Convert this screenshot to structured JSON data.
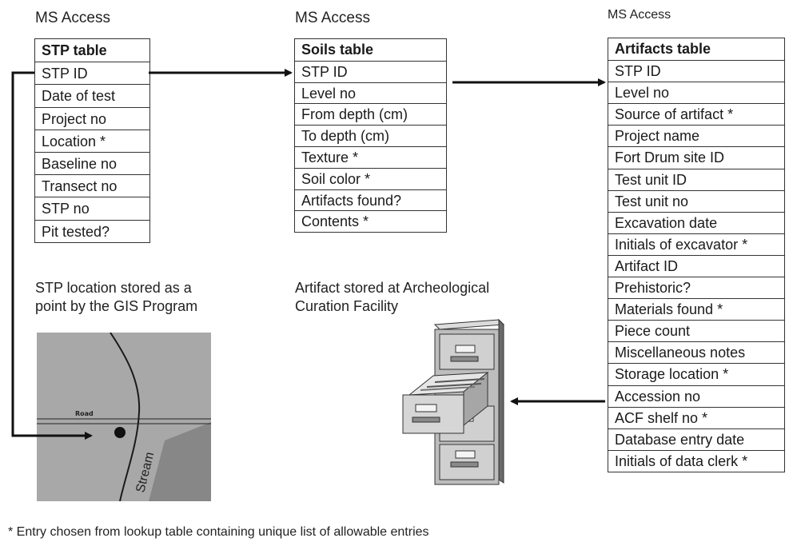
{
  "columns": [
    {
      "header": "MS Access",
      "table": {
        "title": "STP table",
        "fields": [
          "STP ID",
          "Date of test",
          "Project no",
          "Location *",
          "Baseline no",
          "Transect no",
          "STP no",
          "Pit tested?"
        ]
      },
      "caption": [
        "STP location stored as a",
        "point by the GIS Program"
      ]
    },
    {
      "header": "MS Access",
      "table": {
        "title": "Soils table",
        "fields": [
          "STP ID",
          "Level no",
          "From depth (cm)",
          "To depth (cm)",
          "Texture *",
          "Soil color *",
          "Artifacts found?",
          "Contents *"
        ]
      },
      "caption": [
        "Artifact stored at Archeological",
        "Curation Facility"
      ]
    },
    {
      "header": "MS Access",
      "table": {
        "title": "Artifacts table",
        "fields": [
          "STP ID",
          "Level no",
          "Source of artifact *",
          "Project name",
          "Fort Drum site ID",
          "Test unit ID",
          "Test unit no",
          "Excavation date",
          "Initials of excavator *",
          "Artifact ID",
          "Prehistoric?",
          "Materials found *",
          "Piece count",
          "Miscellaneous notes",
          "Storage location *",
          "Accession no",
          "ACF shelf no *",
          "Database entry date",
          "Initials of data clerk *"
        ]
      }
    }
  ],
  "map": {
    "road_label": "Road",
    "stream_label": "Stream"
  },
  "footnote": "* Entry chosen from lookup table containing unique list of allowable entries",
  "colors": {
    "line": "#111111",
    "map_bg": "#a8a8a8",
    "map_dark": "#878787"
  },
  "icons": {
    "cabinet": "filing-cabinet-icon",
    "point": "stp-point-icon"
  }
}
